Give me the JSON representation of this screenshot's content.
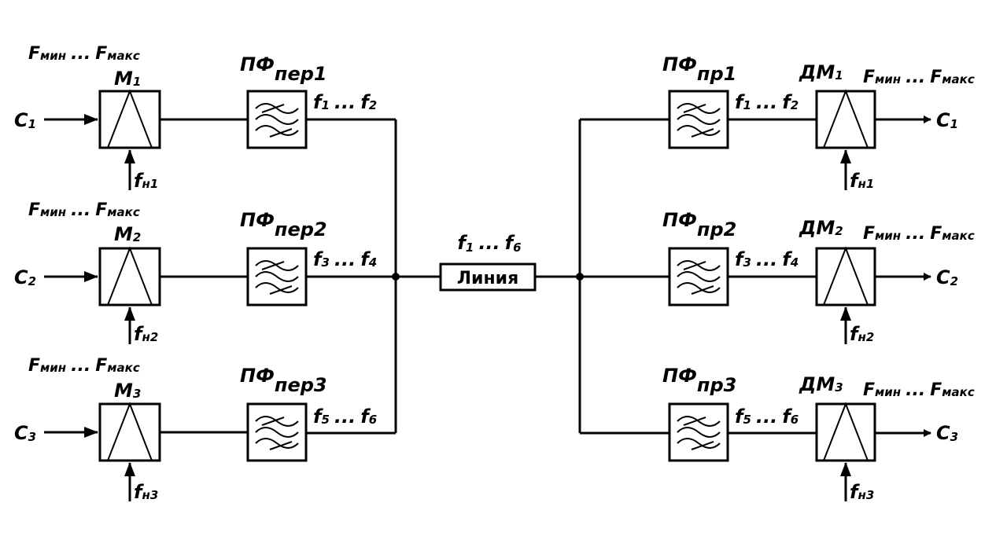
{
  "band_label": {
    "main": "F",
    "sub_min": "мин",
    "dots": "...",
    "sub_max": "макс"
  },
  "transmit": [
    {
      "input": {
        "main": "C",
        "sub": "1"
      },
      "modulator": {
        "main": "М",
        "sub": "1"
      },
      "carrier": {
        "main": "f",
        "sub": "н1"
      },
      "filter": {
        "main": "ПФ",
        "sub": "пер1"
      },
      "band": {
        "lo_main": "f",
        "lo_sub": "1",
        "dots": "...",
        "hi_main": "f",
        "hi_sub": "2"
      }
    },
    {
      "input": {
        "main": "C",
        "sub": "2"
      },
      "modulator": {
        "main": "М",
        "sub": "2"
      },
      "carrier": {
        "main": "f",
        "sub": "н2"
      },
      "filter": {
        "main": "ПФ",
        "sub": "пер2"
      },
      "band": {
        "lo_main": "f",
        "lo_sub": "3",
        "dots": "...",
        "hi_main": "f",
        "hi_sub": "4"
      }
    },
    {
      "input": {
        "main": "C",
        "sub": "3"
      },
      "modulator": {
        "main": "М",
        "sub": "3"
      },
      "carrier": {
        "main": "f",
        "sub": "н3"
      },
      "filter": {
        "main": "ПФ",
        "sub": "пер3"
      },
      "band": {
        "lo_main": "f",
        "lo_sub": "5",
        "dots": "...",
        "hi_main": "f",
        "hi_sub": "6"
      }
    }
  ],
  "line": {
    "label": "Линия",
    "band": {
      "lo_main": "f",
      "lo_sub": "1",
      "dots": "...",
      "hi_main": "f",
      "hi_sub": "6"
    }
  },
  "receive": [
    {
      "filter": {
        "main": "ПФ",
        "sub": "пр1"
      },
      "band": {
        "lo_main": "f",
        "lo_sub": "1",
        "dots": "...",
        "hi_main": "f",
        "hi_sub": "2"
      },
      "demodulator": {
        "main": "ДМ",
        "sub": "1"
      },
      "carrier": {
        "main": "f",
        "sub": "н1"
      },
      "output": {
        "main": "C",
        "sub": "1"
      }
    },
    {
      "filter": {
        "main": "ПФ",
        "sub": "пр2"
      },
      "band": {
        "lo_main": "f",
        "lo_sub": "3",
        "dots": "...",
        "hi_main": "f",
        "hi_sub": "4"
      },
      "demodulator": {
        "main": "ДМ",
        "sub": "2"
      },
      "carrier": {
        "main": "f",
        "sub": "н2"
      },
      "output": {
        "main": "C",
        "sub": "2"
      }
    },
    {
      "filter": {
        "main": "ПФ",
        "sub": "пр3"
      },
      "band": {
        "lo_main": "f",
        "lo_sub": "5",
        "dots": "...",
        "hi_main": "f",
        "hi_sub": "6"
      },
      "demodulator": {
        "main": "ДМ",
        "sub": "3"
      },
      "carrier": {
        "main": "f",
        "sub": "н3"
      },
      "output": {
        "main": "C",
        "sub": "3"
      }
    }
  ]
}
